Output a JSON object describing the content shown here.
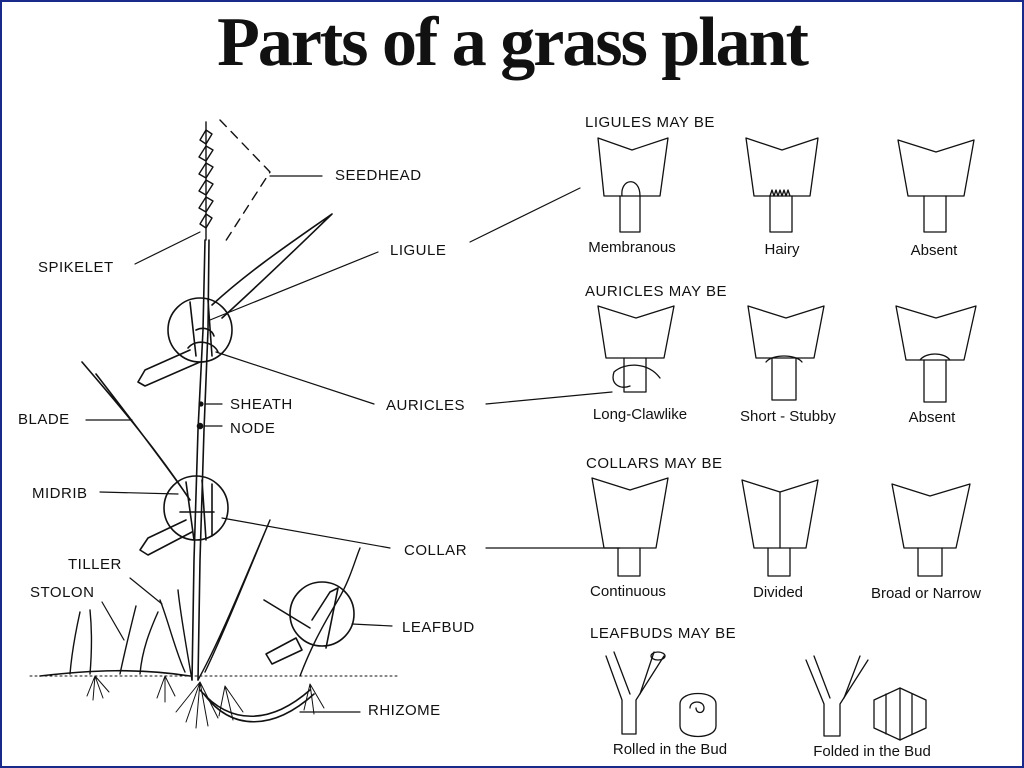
{
  "title": "Parts of a grass plant",
  "plant_labels": {
    "seedhead": "SEEDHEAD",
    "spikelet": "SPIKELET",
    "ligule": "LIGULE",
    "sheath": "SHEATH",
    "node": "NODE",
    "blade": "BLADE",
    "auricles": "AURICLES",
    "midrib": "MIDRIB",
    "collar": "COLLAR",
    "tiller": "TILLER",
    "stolon": "STOLON",
    "leafbud": "LEAFBUD",
    "rhizome": "RHIZOME"
  },
  "ligules": {
    "heading": "LIGULES MAY BE",
    "types": [
      "Membranous",
      "Hairy",
      "Absent"
    ]
  },
  "auricles": {
    "heading": "AURICLES MAY BE",
    "types": [
      "Long-Clawlike",
      "Short - Stubby",
      "Absent"
    ]
  },
  "collars": {
    "heading": "COLLARS MAY BE",
    "types": [
      "Continuous",
      "Divided",
      "Broad or Narrow"
    ]
  },
  "leafbuds": {
    "heading": "LEAFBUDS MAY BE",
    "types": [
      "Rolled in the Bud",
      "Folded in the Bud"
    ]
  }
}
